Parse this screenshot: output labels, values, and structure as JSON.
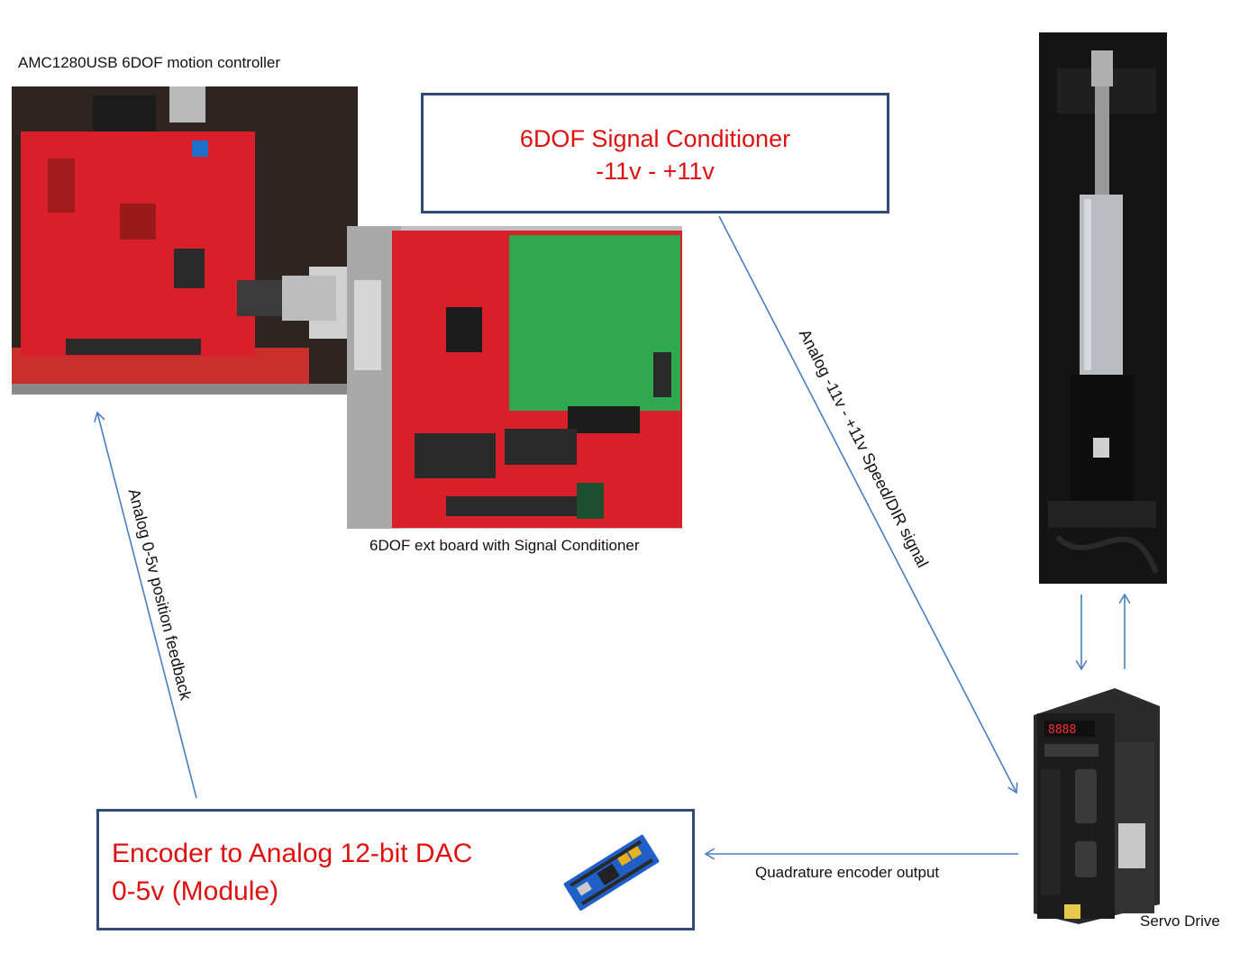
{
  "labels": {
    "controller_caption": "AMC1280USB 6DOF motion controller",
    "extboard_caption": "6DOF ext board with Signal Conditioner",
    "servo_caption": "Servo Drive",
    "quadrature_label": "Quadrature encoder output",
    "analog_speed_label": "Analog -11v - +11v Speed/DIR signal",
    "analog_feedback_label": "Analog 0-5v position feedback"
  },
  "signal_box": {
    "title": "6DOF Signal Conditioner",
    "range": "-11v - +11v"
  },
  "dac_box": {
    "line1": "Encoder to Analog 12-bit DAC",
    "line2": "0-5v  (Module)"
  },
  "colors": {
    "box_border": "#2f4a78",
    "box_text": "#e01010",
    "arrow": "#4a7ec0",
    "pcb_red": "#d9202a",
    "pcb_green": "#2fa84f"
  }
}
